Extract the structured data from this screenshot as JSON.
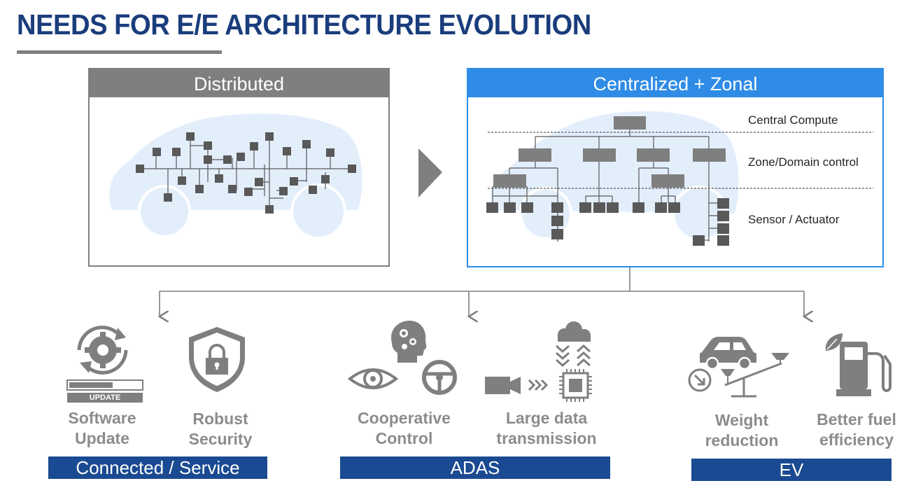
{
  "title": "NEEDS FOR E/E ARCHITECTURE EVOLUTION",
  "panels": {
    "distributed": {
      "header": "Distributed"
    },
    "centralized": {
      "header": "Centralized + Zonal",
      "layers": [
        "Central Compute",
        "Zone/Domain control",
        "Sensor / Actuator"
      ]
    }
  },
  "features": [
    {
      "label_lines": [
        "Software",
        "Update"
      ],
      "icon": "software-update-icon",
      "badge": "UPDATE"
    },
    {
      "label_lines": [
        "Robust",
        "Security"
      ],
      "icon": "security-shield-icon"
    },
    {
      "label_lines": [
        "Cooperative",
        "Control"
      ],
      "icon": "cooperative-control-icon"
    },
    {
      "label_lines": [
        "Large data",
        "transmission"
      ],
      "icon": "data-transmission-icon"
    },
    {
      "label_lines": [
        "Weight",
        "reduction"
      ],
      "icon": "weight-reduction-icon"
    },
    {
      "label_lines": [
        "Better fuel",
        "efficiency"
      ],
      "icon": "fuel-efficiency-icon"
    }
  ],
  "categories": [
    "Connected / Service",
    "ADAS",
    "EV"
  ],
  "colors": {
    "title": "#1a3d7c",
    "gray": "#7f7f7f",
    "accent_blue": "#2e8be6",
    "category_bar": "#1a4a91",
    "car_silhouette": "#e3eefb"
  }
}
